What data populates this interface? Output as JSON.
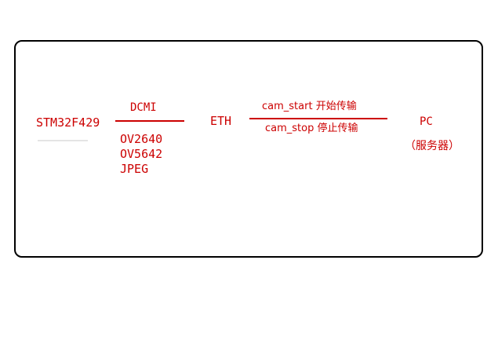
{
  "diagram": {
    "mcu": "STM32F429",
    "link_left_label": "DCMI",
    "camera_sensors": [
      "OV2640",
      "OV5642",
      "JPEG"
    ],
    "middle_node": "ETH",
    "link_right_top": "cam_start 开始传输",
    "link_right_bottom": "cam_stop 停止传输",
    "pc": "PC",
    "pc_role": "（服务器）"
  },
  "colors": {
    "accent": "#cc0000",
    "border": "#000000"
  }
}
